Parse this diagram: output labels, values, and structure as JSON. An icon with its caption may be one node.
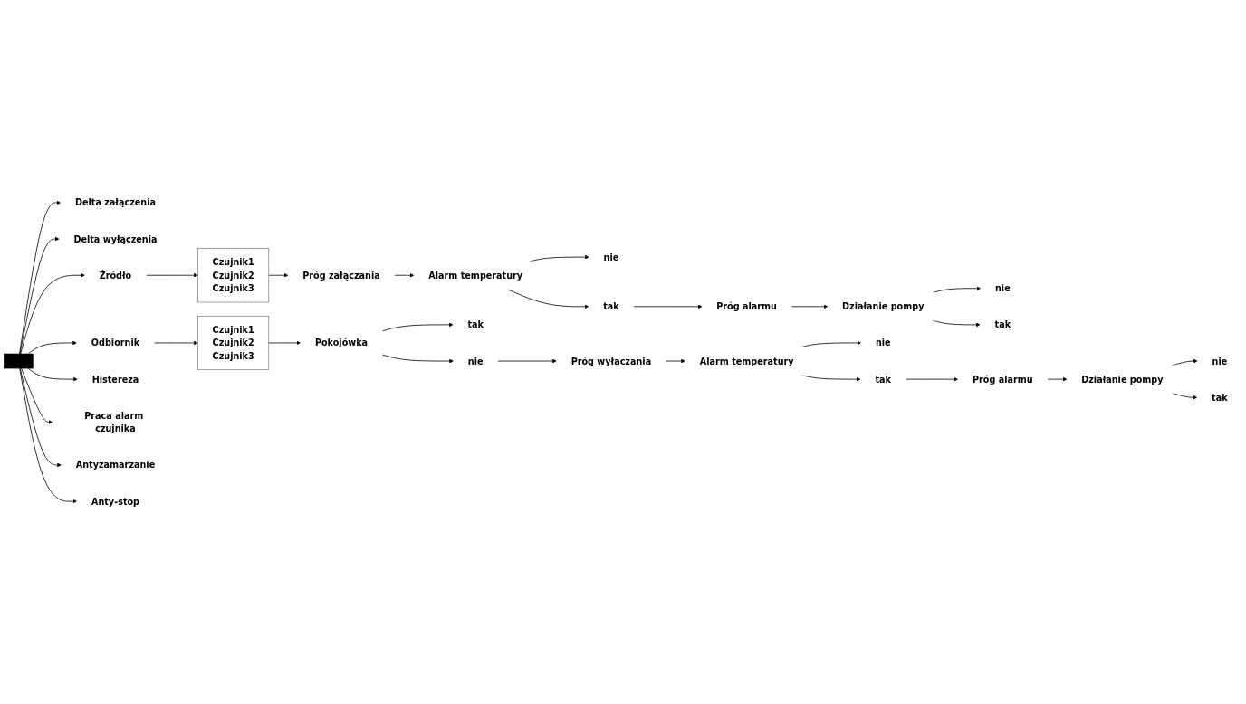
{
  "diagram": {
    "nodes": [
      {
        "text": [],
        "shape": "bar"
      },
      {
        "text": [
          "Delta załączenia"
        ]
      },
      {
        "text": [
          "Delta wyłączenia"
        ]
      },
      {
        "text": [
          "Źródło"
        ]
      },
      {
        "text": [
          "Czujnik1",
          "Czujnik2",
          "Czujnik3"
        ]
      },
      {
        "text": [
          "Próg załączania"
        ]
      },
      {
        "text": [
          "Alarm temperatury"
        ]
      },
      {
        "text": [
          "nie"
        ]
      },
      {
        "text": [
          "tak"
        ]
      },
      {
        "text": [
          "Próg alarmu"
        ]
      },
      {
        "text": [
          "Działanie pompy"
        ]
      },
      {
        "text": [
          "nie"
        ]
      },
      {
        "text": [
          "tak"
        ]
      },
      {
        "text": [
          "Odbiornik"
        ]
      },
      {
        "text": [
          "Czujnik1",
          "Czujnik2",
          "Czujnik3"
        ]
      },
      {
        "text": [
          "Pokojówka"
        ]
      },
      {
        "text": [
          "tak"
        ]
      },
      {
        "text": [
          "nie"
        ]
      },
      {
        "text": [
          "Próg wyłączania"
        ]
      },
      {
        "text": [
          "Alarm temperatury"
        ]
      },
      {
        "text": [
          "nie"
        ]
      },
      {
        "text": [
          "tak"
        ]
      },
      {
        "text": [
          "Próg alarmu"
        ]
      },
      {
        "text": [
          "Działanie pompy"
        ]
      },
      {
        "text": [
          "nie"
        ]
      },
      {
        "text": [
          "tak"
        ]
      },
      {
        "text": [
          "Histereza"
        ]
      },
      {
        "text": [
          "Praca alarm czujnika"
        ]
      },
      {
        "text": [
          "Antyzamarzanie"
        ]
      },
      {
        "text": [
          "Anty-stop"
        ]
      }
    ],
    "edges": [
      {
        "from": 0,
        "to": 1,
        "arrow": "to"
      },
      {
        "from": 0,
        "to": 2,
        "arrow": "to"
      },
      {
        "from": 0,
        "to": 3,
        "arrow": "to"
      },
      {
        "from": 3,
        "to": 4,
        "arrow": "to"
      },
      {
        "from": 4,
        "to": 5,
        "arrow": "to"
      },
      {
        "from": 5,
        "to": 6,
        "arrow": "to"
      },
      {
        "from": 6,
        "to": 7,
        "arrow": "to"
      },
      {
        "from": 6,
        "to": 8,
        "arrow": "to"
      },
      {
        "from": 8,
        "to": 9,
        "arrow": "to"
      },
      {
        "from": 9,
        "to": 10,
        "arrow": "to"
      },
      {
        "from": 10,
        "to": 11,
        "arrow": "to"
      },
      {
        "from": 10,
        "to": 12,
        "arrow": "to"
      },
      {
        "from": 0,
        "to": 13,
        "arrow": "to"
      },
      {
        "from": 13,
        "to": 14,
        "arrow": "to"
      },
      {
        "from": 14,
        "to": 15,
        "arrow": "to"
      },
      {
        "from": 15,
        "to": 16,
        "arrow": "to"
      },
      {
        "from": 15,
        "to": 17,
        "arrow": "to"
      },
      {
        "from": 17,
        "to": 18,
        "arrow": "to"
      },
      {
        "from": 18,
        "to": 19,
        "arrow": "to"
      },
      {
        "from": 19,
        "to": 20,
        "arrow": "to"
      },
      {
        "from": 19,
        "to": 21,
        "arrow": "to"
      },
      {
        "from": 21,
        "to": 22,
        "arrow": "to"
      },
      {
        "from": 22,
        "to": 23,
        "arrow": "to"
      },
      {
        "from": 23,
        "to": 24,
        "arrow": "to"
      },
      {
        "from": 23,
        "to": 25,
        "arrow": "to"
      },
      {
        "from": 0,
        "to": 26,
        "arrow": "to"
      },
      {
        "from": 0,
        "to": 27,
        "arrow": "to"
      },
      {
        "from": 0,
        "to": 28,
        "arrow": "to"
      },
      {
        "from": 0,
        "to": 29,
        "arrow": "to"
      }
    ]
  }
}
